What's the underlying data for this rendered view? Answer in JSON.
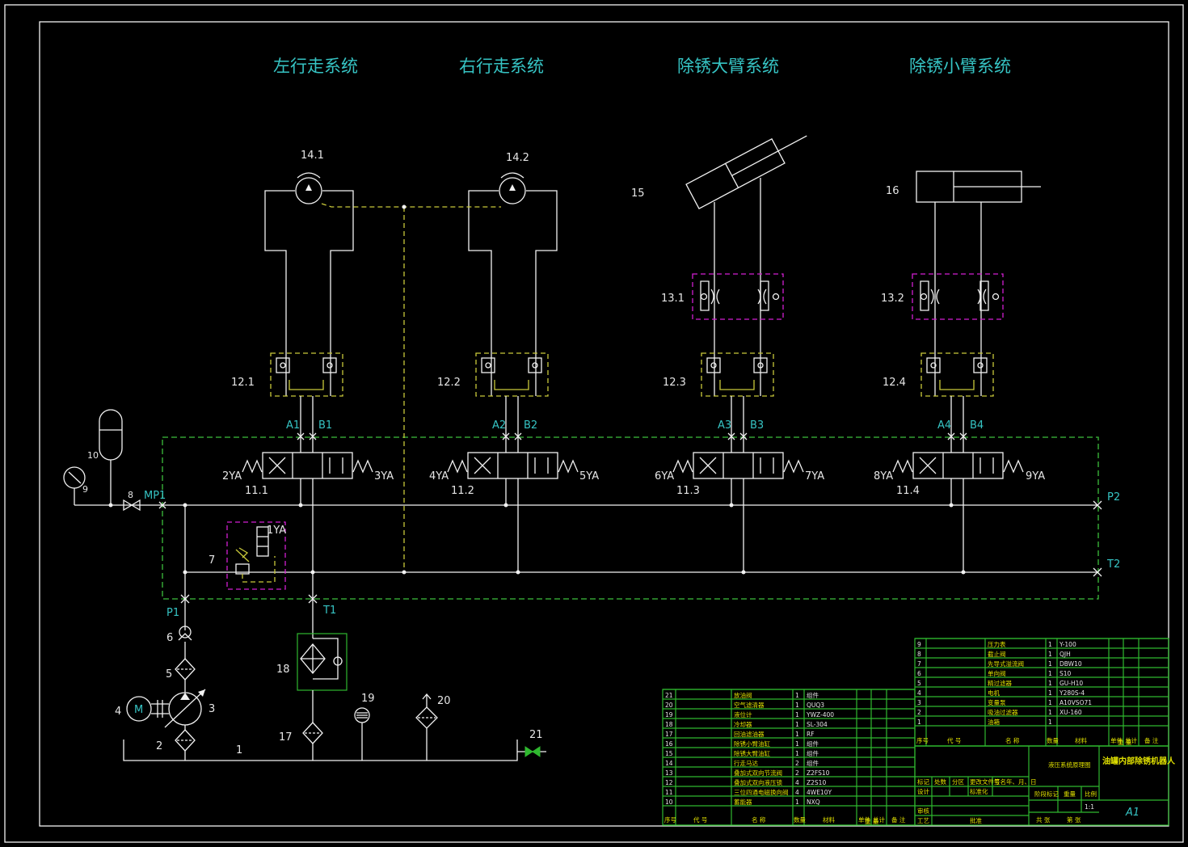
{
  "section_titles": [
    "左行走系统",
    "右行走系统",
    "除锈大臂系统",
    "除锈小臂系统"
  ],
  "labels": {
    "motor_left": "14.1",
    "motor_right": "14.2",
    "cyl_big": "15",
    "cyl_small": "16",
    "throttle_big": "13.1",
    "throttle_small": "13.2",
    "lock1": "12.1",
    "lock2": "12.2",
    "lock3": "12.3",
    "lock4": "12.4",
    "valve1": "11.1",
    "valve2": "11.2",
    "valve3": "11.3",
    "valve4": "11.4",
    "accumulator": "10",
    "gauge": "9",
    "ball_valve": "8",
    "relief": "7",
    "check": "6",
    "filter5": "5",
    "motor_m": "M",
    "motor_num": "4",
    "pump": "3",
    "suction": "2",
    "tank": "1",
    "cooler": "18",
    "return_filter": "17",
    "level_gauge": "19",
    "air_filter": "20",
    "drain": "21"
  },
  "ports": {
    "A1": "A1",
    "B1": "B1",
    "A2": "A2",
    "B2": "B2",
    "A3": "A3",
    "B3": "B3",
    "A4": "A4",
    "B4": "B4",
    "P1": "P1",
    "T1": "T1",
    "P2": "P2",
    "T2": "T2",
    "MP1": "MP1"
  },
  "solenoids": {
    "s1": "1YA",
    "s2": "2YA",
    "s3": "3YA",
    "s4": "4YA",
    "s5": "5YA",
    "s6": "6YA",
    "s7": "7YA",
    "s8": "8YA",
    "s9": "9YA"
  },
  "bom_left": {
    "rows": [
      {
        "no": "21",
        "name": "放油阀",
        "qty": "1",
        "code": "组件"
      },
      {
        "no": "20",
        "name": "空气滤清器",
        "qty": "1",
        "code": "QUQ3"
      },
      {
        "no": "19",
        "name": "液位计",
        "qty": "1",
        "code": "YWZ-400"
      },
      {
        "no": "18",
        "name": "冷却器",
        "qty": "1",
        "code": "SL-304"
      },
      {
        "no": "17",
        "name": "回油滤油器",
        "qty": "1",
        "code": "RF"
      },
      {
        "no": "16",
        "name": "除锈小臂油缸",
        "qty": "1",
        "code": "组件"
      },
      {
        "no": "15",
        "name": "除锈大臂油缸",
        "qty": "1",
        "code": "组件"
      },
      {
        "no": "14",
        "name": "行走马达",
        "qty": "2",
        "code": "组件"
      },
      {
        "no": "13",
        "name": "叠加式双向节流阀",
        "qty": "2",
        "code": "Z2FS10"
      },
      {
        "no": "12",
        "name": "叠加式双向液压锁",
        "qty": "4",
        "code": "Z2S10"
      },
      {
        "no": "11",
        "name": "三位四通电磁换向阀",
        "qty": "4",
        "code": "4WE10Y"
      },
      {
        "no": "10",
        "name": "蓄能器",
        "qty": "1",
        "code": "NXQ"
      }
    ],
    "header": [
      "序号",
      "代 号",
      "名 称",
      "数量",
      "材料",
      "单件",
      "总计",
      "备 注"
    ],
    "weight": "重 量"
  },
  "bom_right": {
    "rows": [
      {
        "no": "9",
        "name": "压力表",
        "qty": "1",
        "code": "Y-100"
      },
      {
        "no": "8",
        "name": "截止阀",
        "qty": "1",
        "code": "QJH"
      },
      {
        "no": "7",
        "name": "先导式溢流阀",
        "qty": "1",
        "code": "DBW10"
      },
      {
        "no": "6",
        "name": "单向阀",
        "qty": "1",
        "code": "S10"
      },
      {
        "no": "5",
        "name": "精过滤器",
        "qty": "1",
        "code": "GU-H10"
      },
      {
        "no": "4",
        "name": "电机",
        "qty": "1",
        "code": "Y280S-4"
      },
      {
        "no": "3",
        "name": "变量泵",
        "qty": "1",
        "code": "A10VSO71"
      },
      {
        "no": "2",
        "name": "吸油过滤器",
        "qty": "1",
        "code": "XU-160"
      },
      {
        "no": "1",
        "name": "油箱",
        "qty": "1",
        "code": ""
      }
    ],
    "header": [
      "序号",
      "代 号",
      "名 称",
      "数量",
      "材料",
      "单件",
      "总计",
      "备 注"
    ],
    "weight": "重 量"
  },
  "title_block": {
    "drawing_name": "液压系统原理图",
    "product_name": "油罐内部除锈机器人",
    "row_marks": [
      "标记",
      "处数",
      "分区",
      "更改文件号",
      "签名",
      "年、月、日"
    ],
    "design": "设计",
    "standard": "标准化",
    "review": "审核",
    "process": "工艺",
    "approve": "批准",
    "stage_mark": "阶段标记",
    "weight": "重量",
    "scale": "比例",
    "scale_value": "1:1",
    "sheets_total": "共 张",
    "sheet_no": "第 张",
    "size": "A1"
  }
}
